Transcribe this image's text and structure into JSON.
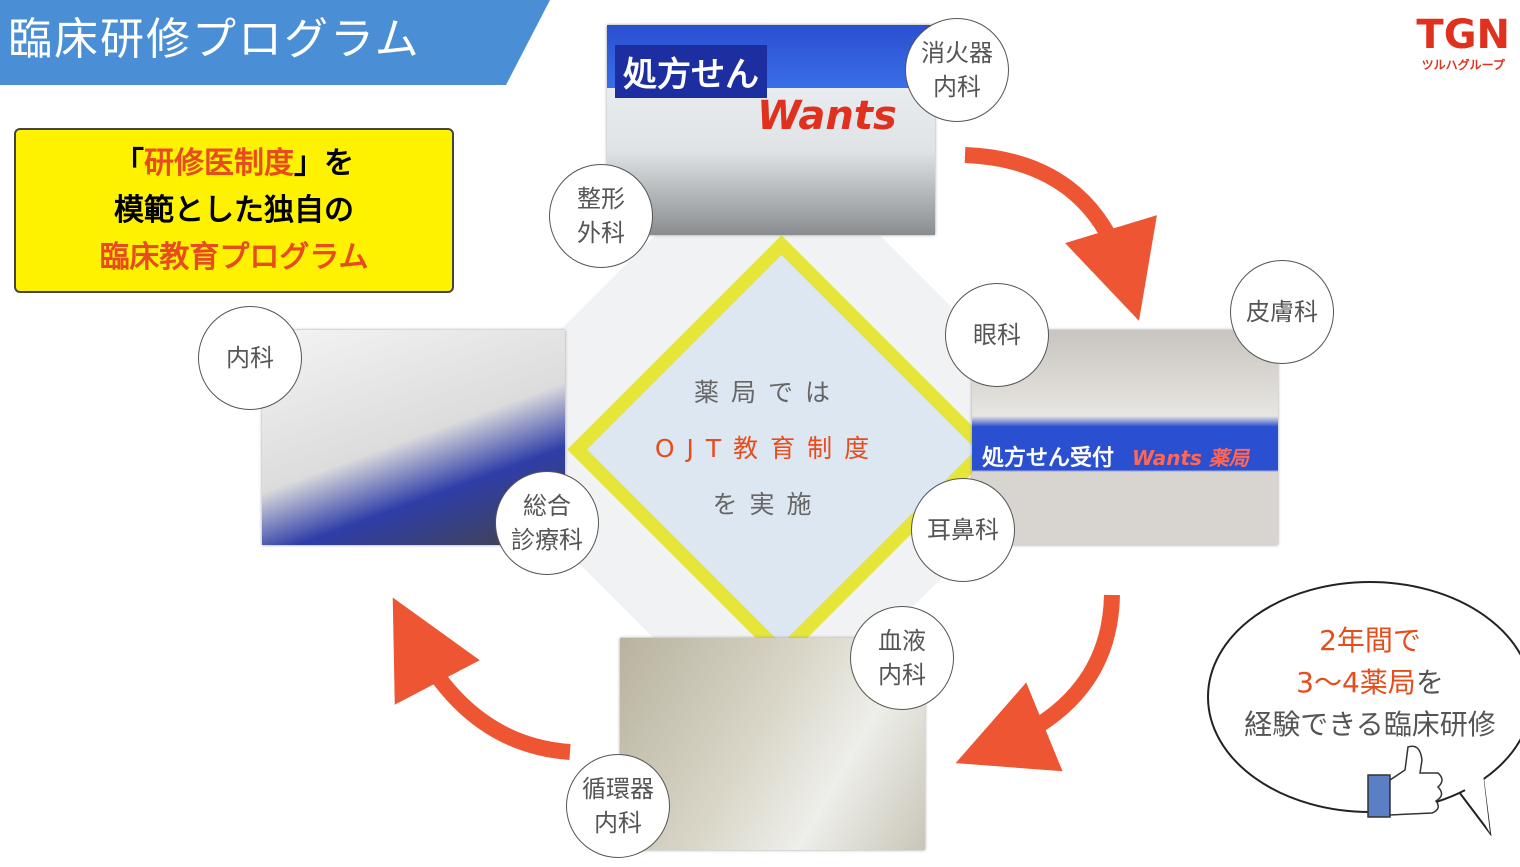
{
  "title": "臨床研修プログラム",
  "logo": {
    "main": "TGN",
    "sub": "ツルハグループ"
  },
  "scroll": {
    "line1_a": "「",
    "line1_b": "研修医制度",
    "line1_c": "」を",
    "line2": "模範とした独自の",
    "line3": "臨床教育プログラム"
  },
  "center": {
    "line1": "薬局では",
    "line2": "OJT教育制度",
    "line3": "を実施"
  },
  "photos": {
    "top_sign1": "処方せん",
    "top_sign2": "Wants",
    "right_sign1": "処方せん受付",
    "right_sign2": "Wants 薬局"
  },
  "departments": [
    "消火器\n内科",
    "整形\n外科",
    "内科",
    "総合\n診療科",
    "眼科",
    "皮膚科",
    "耳鼻科",
    "血液\n内科",
    "循環器\n内科"
  ],
  "bubble": {
    "line1": "2年間で",
    "line2_red": "3～4薬局",
    "line2_rest": "を",
    "line3": "経験できる臨床研修"
  },
  "colors": {
    "title_bg": "#4a8ed6",
    "accent": "#e74c1c",
    "yellow": "#fff200"
  }
}
